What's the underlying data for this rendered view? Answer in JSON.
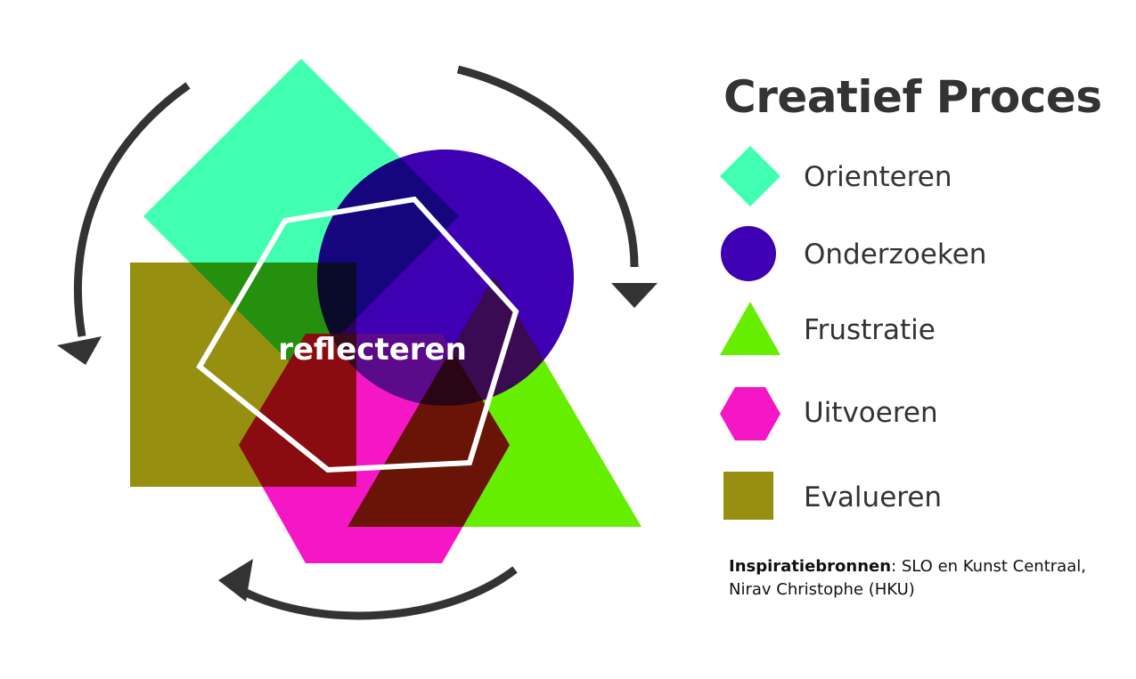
{
  "title": "Creatief Proces",
  "center_label": "reflecteren",
  "colors": {
    "orienteren": "#41ffb0",
    "onderzoeken": "#3f00b3",
    "frustratie": "#66ee00",
    "uitvoeren": "#f516c6",
    "evalueren": "#968f10",
    "arrow": "#333333",
    "text": "#333333"
  },
  "legend": [
    {
      "label": "Orienteren",
      "shape": "diamond",
      "icon": "diamond-icon"
    },
    {
      "label": "Onderzoeken",
      "shape": "circle",
      "icon": "circle-icon"
    },
    {
      "label": "Frustratie",
      "shape": "triangle",
      "icon": "triangle-icon"
    },
    {
      "label": "Uitvoeren",
      "shape": "hexagon",
      "icon": "hexagon-icon"
    },
    {
      "label": "Evalueren",
      "shape": "square",
      "icon": "square-icon"
    }
  ],
  "credit": {
    "prefix": "Inspiratiebronnen",
    "line1_rest": ": SLO en Kunst Centraal,",
    "line2": "Nirav Christophe (HKU)"
  }
}
